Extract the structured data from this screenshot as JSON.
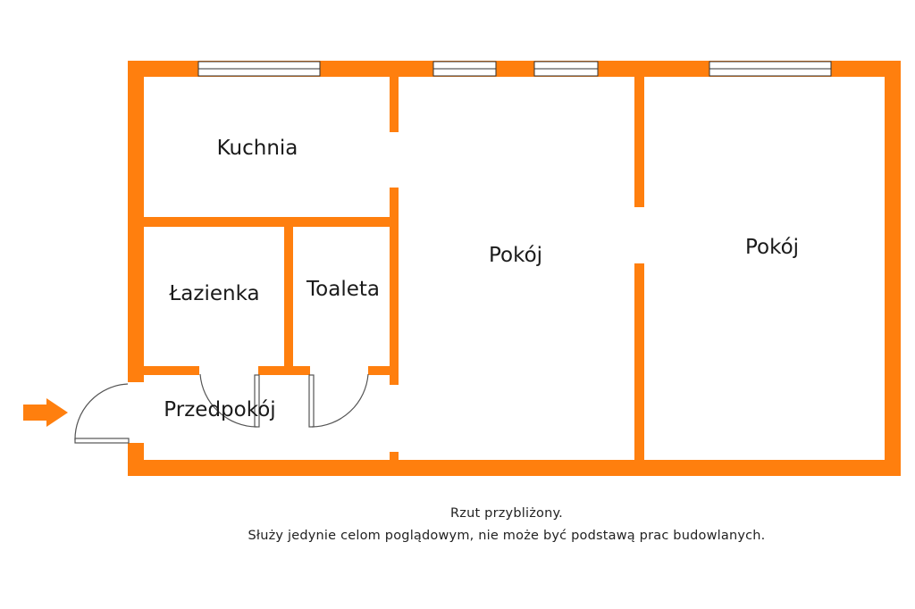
{
  "plan": {
    "colors": {
      "wall": "#ff7f0e",
      "window": "#ffffff",
      "door": "#555555",
      "arrow": "#ff7f0e"
    },
    "rooms": [
      {
        "id": "kuchnia",
        "label": "Kuchnia"
      },
      {
        "id": "pokoj-1",
        "label": "Pokój"
      },
      {
        "id": "pokoj-2",
        "label": "Pokój"
      },
      {
        "id": "lazienka",
        "label": "Łazienka"
      },
      {
        "id": "toaleta",
        "label": "Toaleta"
      },
      {
        "id": "przedpokoj",
        "label": "Przedpokój"
      }
    ],
    "icons": {
      "entrance": "entrance-arrow-icon"
    }
  },
  "notes": {
    "line1": "Rzut przybliżony.",
    "line2": "Służy jedynie celom poglądowym, nie może być podstawą prac budowlanych."
  }
}
